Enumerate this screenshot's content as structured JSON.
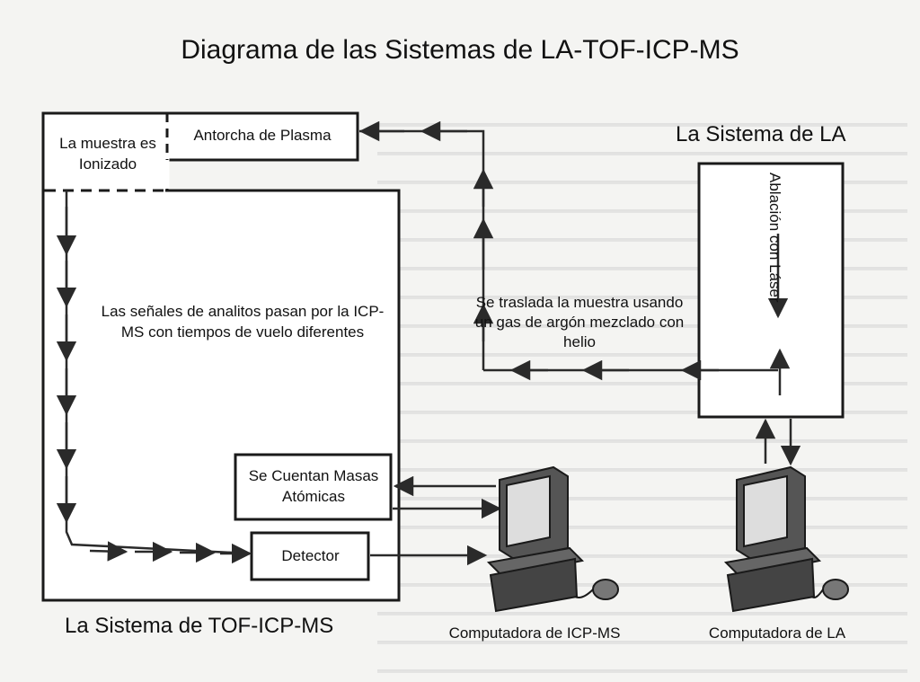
{
  "title": "Diagrama de las Sistemas de LA-TOF-ICP-MS",
  "tof_system": {
    "label": "La Sistema de TOF-ICP-MS",
    "sample_box": "La muestra es Ionizado",
    "torch_box": "Antorcha de Plasma",
    "signals_text": "Las señales de analitos pasan por la ICP-MS con tiempos de vuelo diferentes",
    "count_box": "Se Cuentan Masas Atómicas",
    "detector_box": "Detector"
  },
  "la_system": {
    "label": "La Sistema de LA",
    "ablation_text": "Ablación con Láser"
  },
  "transport_text": "Se traslada la muestra usando un gas de argón mezclado con helio",
  "computers": {
    "icp_label": "Computadora de ICP-MS",
    "la_label": "Computadora de LA"
  },
  "icons": [
    "computer-icon",
    "mouse-icon",
    "arrow-icon"
  ],
  "colors": {
    "line": "#1a1a1a",
    "arrow": "#333333",
    "background": "#f4f4f2"
  }
}
